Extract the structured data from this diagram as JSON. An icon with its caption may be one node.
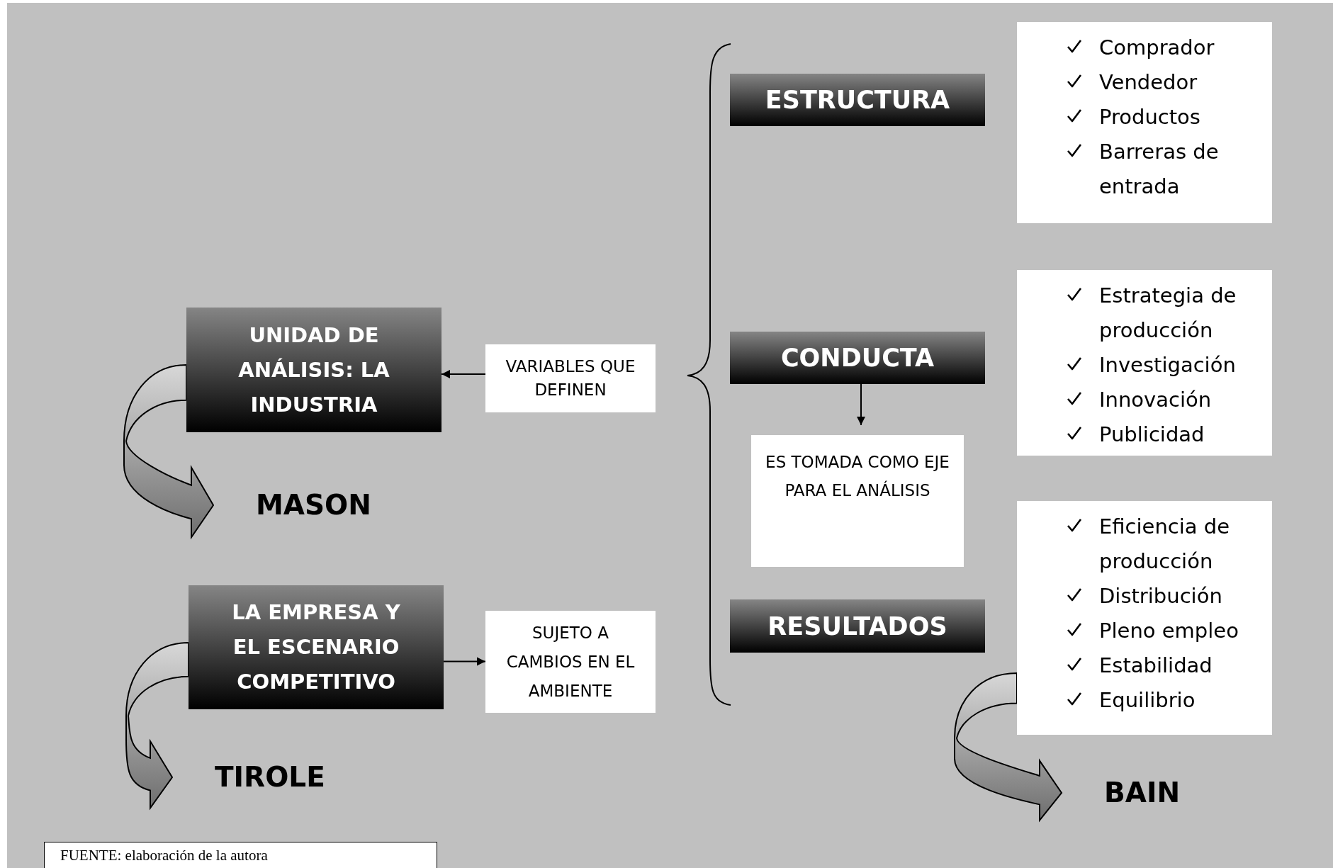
{
  "diagram": {
    "nodes": [
      {
        "text": [
          "UNIDAD DE ANÁLISIS: LA INDUSTRIA"
        ]
      },
      {
        "text": [
          "VARIABLES QUE DEFINEN"
        ]
      },
      {
        "text": [
          "MASON"
        ]
      },
      {
        "text": [
          "LA EMPRESA Y EL ESCENARIO COMPETITIVO"
        ]
      },
      {
        "text": [
          "SUJETO A CAMBIOS EN EL AMBIENTE"
        ]
      },
      {
        "text": [
          "TIROLE"
        ]
      },
      {
        "text": [
          "ESTRUCTURA"
        ]
      },
      {
        "text": [
          "Comprador",
          "Vendedor",
          "Productos",
          "Barreras de entrada"
        ]
      },
      {
        "text": [
          "CONDUCTA"
        ]
      },
      {
        "text": [
          "ES TOMADA COMO EJE PARA EL ANÁLISIS"
        ]
      },
      {
        "text": [
          "Estrategia de producción",
          "Investigación",
          "Innovación",
          "Publicidad"
        ]
      },
      {
        "text": [
          "RESULTADOS"
        ]
      },
      {
        "text": [
          "Eficiencia de producción",
          "Distribución",
          "Pleno empleo",
          "Estabilidad",
          "Equilibrio"
        ]
      },
      {
        "text": [
          "BAIN"
        ]
      }
    ],
    "edges": [
      {
        "from": 1,
        "to": 0,
        "arrow": "to"
      },
      {
        "from": 0,
        "to": 2,
        "arrow": "to",
        "style": "thick"
      },
      {
        "from": 3,
        "to": 4,
        "arrow": "to"
      },
      {
        "from": 3,
        "to": 5,
        "arrow": "to",
        "style": "thick"
      },
      {
        "from": 8,
        "to": 9,
        "arrow": "to"
      },
      {
        "from": 12,
        "to": 13,
        "arrow": "to",
        "style": "thick"
      }
    ],
    "labels": [
      "FUENTE: elaboración de la autora"
    ]
  }
}
